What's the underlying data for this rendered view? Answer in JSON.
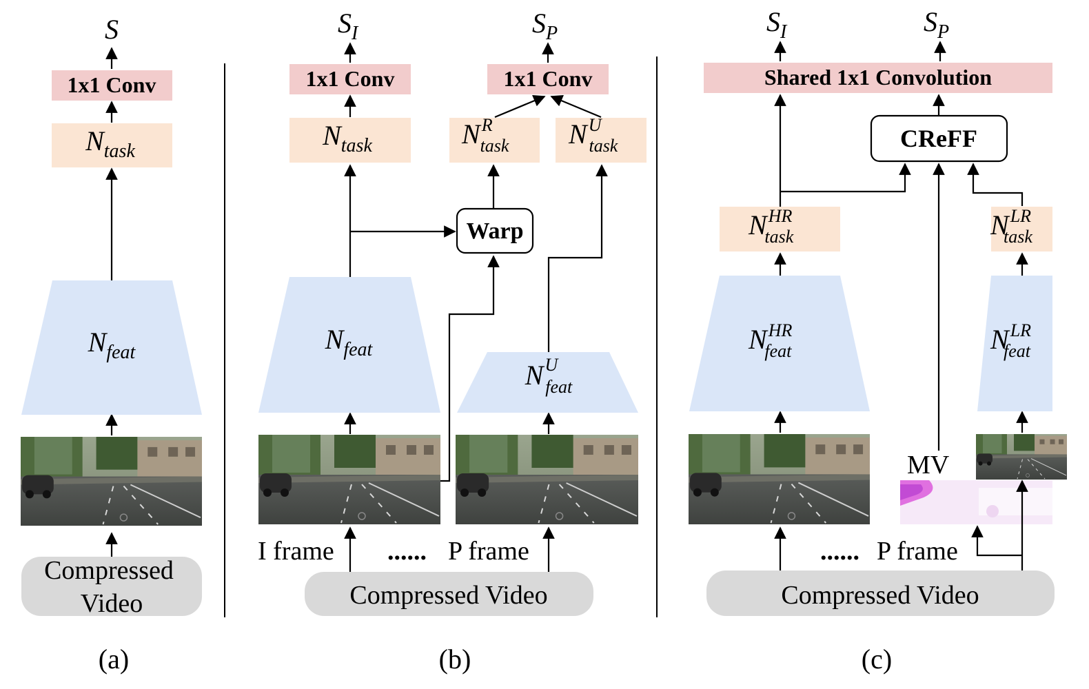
{
  "colors": {
    "conv": "#f2cccc",
    "task": "#fbe5d3",
    "feat": "#dae6f8",
    "video": "#d9d9d9",
    "line": "#000000"
  },
  "panel_a": {
    "output": "S",
    "conv": "1x1 Conv",
    "task": {
      "base": "N",
      "sub": "task"
    },
    "feat": {
      "base": "N",
      "sub": "feat"
    },
    "video_line1": "Compressed",
    "video_line2": "Video",
    "caption": "(a)"
  },
  "panel_b": {
    "output_i": {
      "base": "S",
      "sub": "I"
    },
    "output_p": {
      "base": "S",
      "sub": "P"
    },
    "conv_i": "1x1 Conv",
    "conv_p": "1x1 Conv",
    "task": {
      "base": "N",
      "sub": "task"
    },
    "task_r": {
      "base": "N",
      "sup": "R",
      "sub": "task"
    },
    "task_u": {
      "base": "N",
      "sup": "U",
      "sub": "task"
    },
    "warp": "Warp",
    "feat": {
      "base": "N",
      "sub": "feat"
    },
    "feat_u": {
      "base": "N",
      "sup": "U",
      "sub": "feat"
    },
    "i_frame": "I frame",
    "dots": "......",
    "p_frame": "P frame",
    "video": "Compressed Video",
    "caption": "(b)"
  },
  "panel_c": {
    "output_i": {
      "base": "S",
      "sub": "I"
    },
    "output_p": {
      "base": "S",
      "sub": "P"
    },
    "shared_conv": "Shared 1x1 Convolution",
    "creff": "CReFF",
    "task_hr": {
      "base": "N",
      "sup": "HR",
      "sub": "task"
    },
    "task_lr": {
      "base": "N",
      "sup": "LR",
      "sub": "task"
    },
    "feat_hr": {
      "base": "N",
      "sup": "HR",
      "sub": "feat"
    },
    "feat_lr": {
      "base": "N",
      "sup": "LR",
      "sub": "feat"
    },
    "mv": "MV",
    "dots": "......",
    "p_frame": "P frame",
    "video": "Compressed Video",
    "caption": "(c)"
  }
}
